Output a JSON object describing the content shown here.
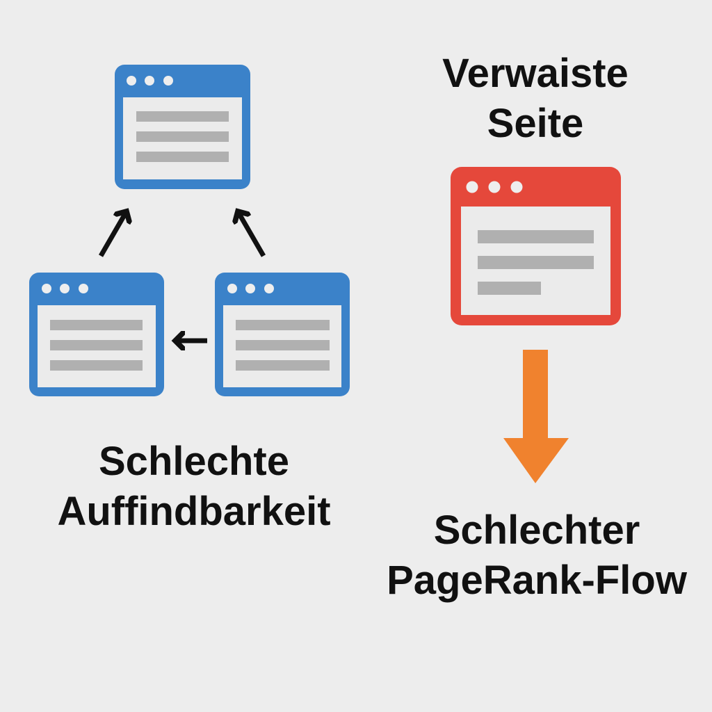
{
  "orphan": {
    "title_line1": "Verwaiste",
    "title_line2": "Seite"
  },
  "left_caption": {
    "line1": "Schlechte",
    "line2": "Auffindbarkeit"
  },
  "right_caption": {
    "line1": "Schlechter",
    "line2": "PageRank-Flow"
  },
  "colors": {
    "blue": "#3b82c9",
    "red": "#e5483b",
    "orange": "#f0822e",
    "background": "#ededed",
    "bar": "#b0b0b0"
  }
}
